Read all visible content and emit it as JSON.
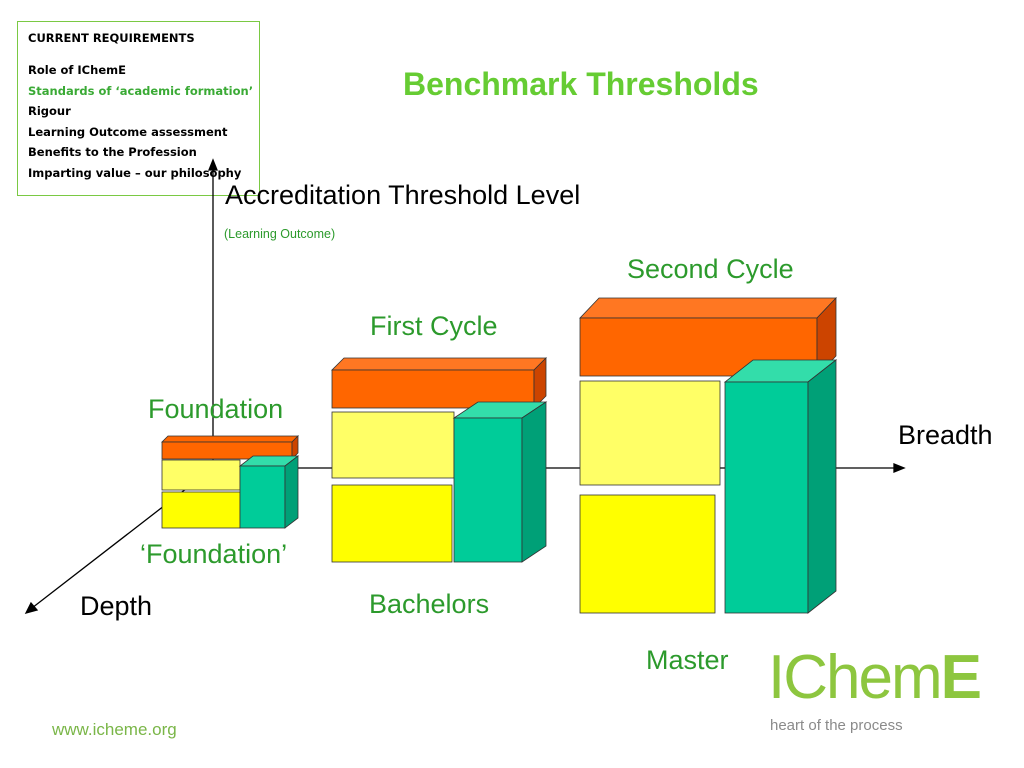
{
  "requirements": {
    "heading": "CURRENT REQUIREMENTS",
    "items": [
      "Role of IChemE",
      "Standards of ‘academic formation’",
      "Rigour",
      "Learning Outcome assessment",
      "Benefits to the Profession",
      "Imparting value – our philosophy"
    ],
    "active_index": 1
  },
  "title": "Benchmark Thresholds",
  "axes": {
    "vertical_label": "Accreditation Threshold Level",
    "vertical_sublabel": "(Learning Outcome)",
    "horizontal_label": "Breadth",
    "depth_label": "Depth"
  },
  "levels": {
    "foundation_top": "Foundation",
    "foundation_bottom": "‘Foundation’",
    "first_cycle": "First Cycle",
    "bachelors": "Bachelors",
    "second_cycle": "Second Cycle",
    "master": "Master"
  },
  "footer": {
    "url": "www.icheme.org"
  },
  "logo": {
    "word_main": "IChem",
    "word_end": "E",
    "tagline": "heart of the process"
  },
  "colors": {
    "orange": "#ff6600",
    "light_yellow": "#ffff66",
    "yellow": "#ffff00",
    "teal": "#00cc99",
    "green_text": "#2c9a2c",
    "title_green": "#66cc33"
  }
}
